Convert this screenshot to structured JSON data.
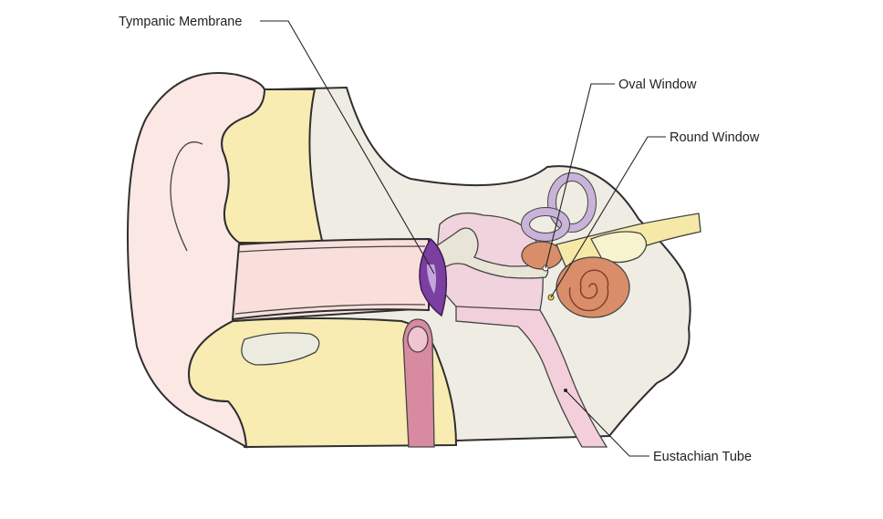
{
  "labels": {
    "tympanic_membrane": "Tympanic Membrane",
    "oval_window": "Oval Window",
    "round_window": "Round Window",
    "eustachian_tube": "Eustachian Tube"
  },
  "colors": {
    "outer_ear": "#fbe7e4",
    "bone": "#f8ecb3",
    "background_tissue": "#efede3",
    "middle_ear": "#f1d3dd",
    "eustachian_tube": "#f2cfdb",
    "tympanic_membrane": "#7b3fa0",
    "semicircular_canals": "#c9b3d9",
    "cochlea": "#d98d69",
    "nerve": "#f6e9a8",
    "carotid_artery": "#d88aa0"
  }
}
